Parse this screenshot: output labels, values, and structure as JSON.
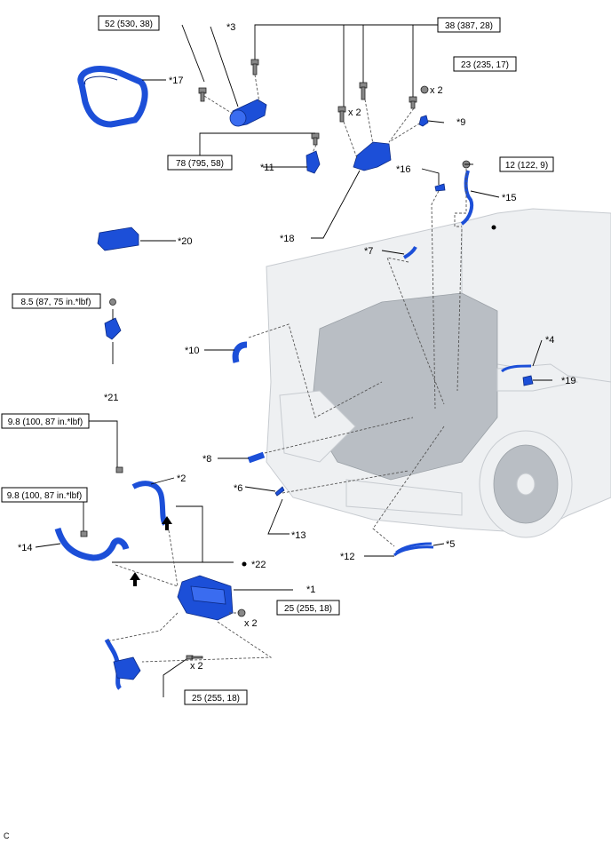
{
  "torque_specs": {
    "t52": "52 (530, 38)",
    "t38": "38 (387, 28)",
    "t23": "23 (235, 17)",
    "t78": "78 (795, 58)",
    "t12": "12 (122, 9)",
    "t85": "8.5 (87, 75 in.*lbf)",
    "t98a": "9.8 (100, 87 in.*lbf)",
    "t98b": "9.8 (100, 87 in.*lbf)",
    "t25a": "25 (255, 18)",
    "t25b": "25 (255, 18)"
  },
  "callouts": {
    "c1": "*1",
    "c2": "*2",
    "c3": "*3",
    "c4": "*4",
    "c5": "*5",
    "c6": "*6",
    "c7": "*7",
    "c8": "*8",
    "c9": "*9",
    "c10": "*10",
    "c11": "*11",
    "c12": "*12",
    "c13": "*13",
    "c14": "*14",
    "c15": "*15",
    "c16": "*16",
    "c17": "*17",
    "c18": "*18",
    "c19": "*19",
    "c20": "*20",
    "c21": "*21",
    "c22": "*22"
  },
  "quantities": {
    "q1": "x 2",
    "q2": "x 2",
    "q3": "x 2",
    "q4": "x 2"
  },
  "corner_letter": "C",
  "colors": {
    "part_blue": "#1c4fd8",
    "line": "#000000"
  }
}
